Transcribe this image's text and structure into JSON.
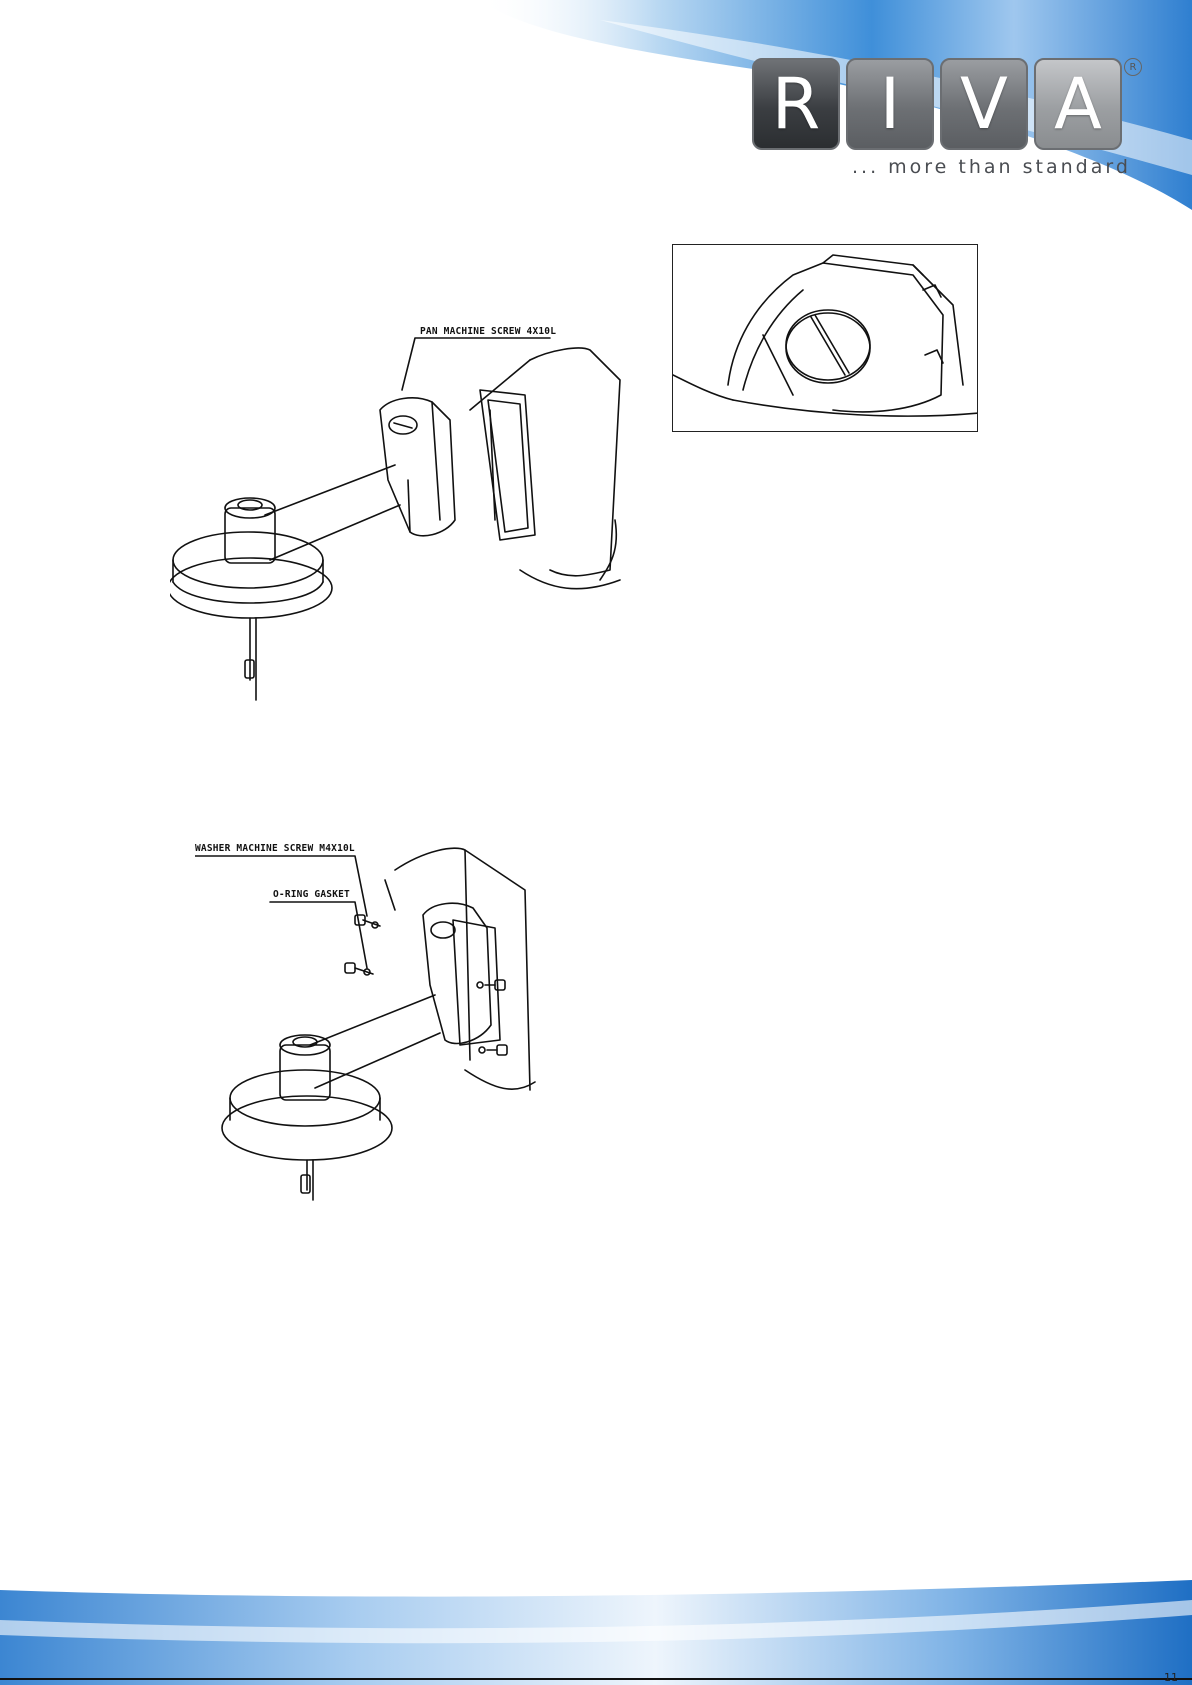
{
  "brand": {
    "letters": [
      "R",
      "I",
      "V",
      "A"
    ],
    "registered_mark": "R",
    "tagline": "... more than standard",
    "colors": {
      "swoosh_blue": "#3a8fd8",
      "tile_dark": "#3b3e42",
      "tile_light": "#9c9fa2"
    }
  },
  "figure_1": {
    "callout": "PAN MACHINE SCREW 4X10L"
  },
  "figure_2": {
    "callouts": [
      "WASHER MACHINE SCREW M4X10L",
      "O-RING GASKET"
    ]
  },
  "footer": {
    "page_number": "11"
  }
}
